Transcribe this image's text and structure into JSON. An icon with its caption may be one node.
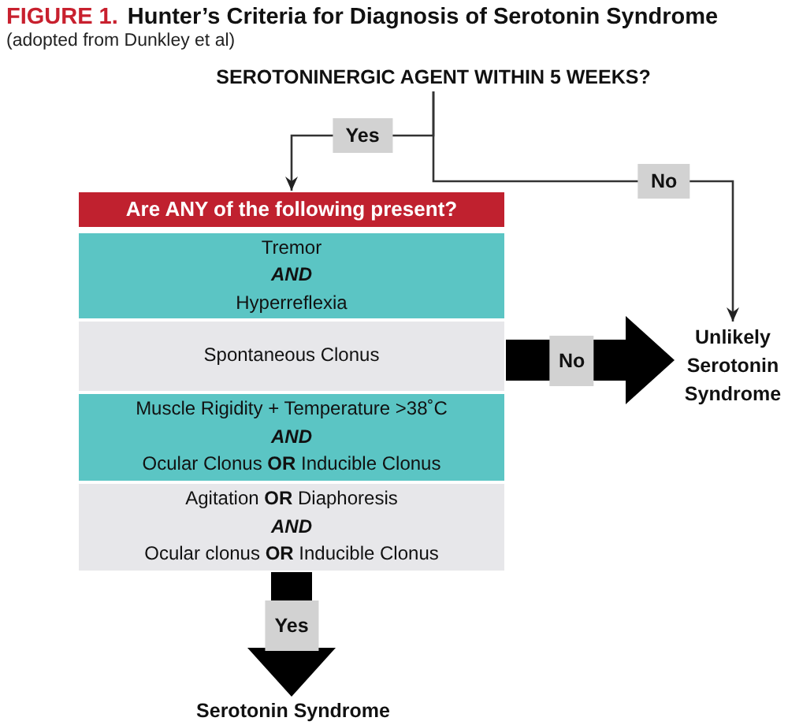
{
  "diagram": {
    "title": "Hunter’s Criteria for Diagnosis of Serotonin Syndrome",
    "caption": "(adopted from Dunkley et al)",
    "nodes": [
      {
        "text": [
          "SEROTONINERGIC AGENT WITHIN 5 WEEKS?"
        ]
      },
      {
        "text": [
          "Are ANY of the following present?"
        ]
      },
      {
        "text": [
          "Tremor",
          "AND",
          "Hyperreflexia"
        ]
      },
      {
        "text": [
          "Spontaneous Clonus"
        ]
      },
      {
        "text": [
          "Muscle Rigidity + Temperature >38˚C",
          "AND",
          "Ocular Clonus **OR** Inducible Clonus"
        ]
      },
      {
        "text": [
          "Agitation **OR** Diaphoresis",
          "AND",
          "Ocular clonus **OR** Inducible Clonus"
        ]
      },
      {
        "text": [
          "Unlikely Serotonin Syndrome"
        ]
      },
      {
        "text": [
          "Serotonin Syndrome"
        ]
      }
    ],
    "edges": [
      {
        "from": 0,
        "to": 1,
        "arrow": "to",
        "label": "Yes"
      },
      {
        "from": 0,
        "to": 6,
        "arrow": "to",
        "label": "No"
      },
      {
        "from": 3,
        "to": 6,
        "arrow": "to",
        "label": "No",
        "style": "thick"
      },
      {
        "from": 5,
        "to": 7,
        "arrow": "to",
        "label": "Yes",
        "style": "thick"
      }
    ],
    "labels": [
      "FIGURE 1."
    ]
  }
}
